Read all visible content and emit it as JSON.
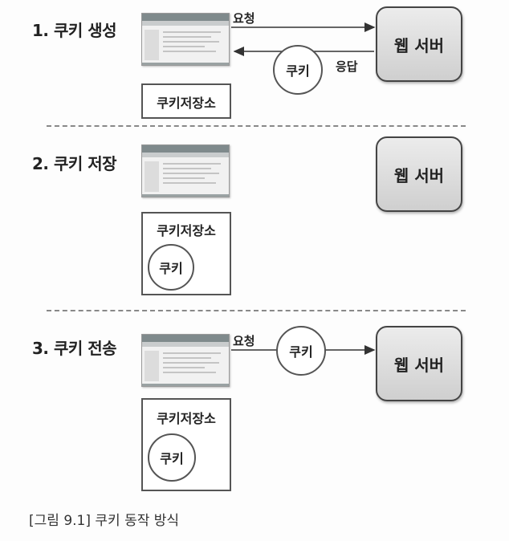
{
  "steps": [
    {
      "title": "1. 쿠키 생성",
      "request": "요청",
      "response": "응답",
      "cookie": "쿠키",
      "store": "쿠키저장소",
      "server": "웹 서버"
    },
    {
      "title": "2. 쿠키 저장",
      "store": "쿠키저장소",
      "cookie": "쿠키",
      "server": "웹 서버"
    },
    {
      "title": "3. 쿠키 전송",
      "request": "요청",
      "cookie": "쿠키",
      "store": "쿠키저장소",
      "stored_cookie": "쿠키",
      "server": "웹 서버"
    }
  ],
  "caption": "[그림 9.1] 쿠키 동작 방식"
}
